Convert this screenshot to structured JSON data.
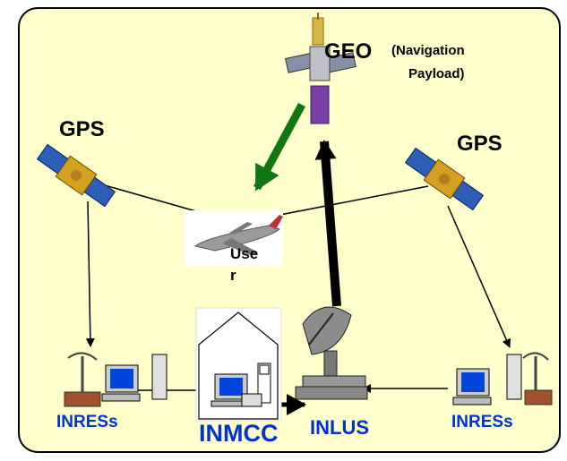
{
  "labels": {
    "geo": "GEO",
    "geo_note_line1": "(Navigation",
    "geo_note_line2": "Payload)",
    "gps_left": "GPS",
    "gps_right": "GPS",
    "user_line1": "Use",
    "user_line2": "r",
    "inres_left": "INRESs",
    "inres_right": "INRESs",
    "inmcc": "INMCC",
    "inlus": "INLUS"
  },
  "colors": {
    "panel": "#FFFFCC",
    "label_blue": "#0033CC",
    "downlink_arrow": "#117711",
    "uplink_arrow": "#000000"
  },
  "icons": [
    "geo-satellite-icon",
    "gps-satellite-icon",
    "aircraft-icon",
    "reference-station-icon",
    "control-center-building-icon",
    "uplink-dish-icon"
  ]
}
